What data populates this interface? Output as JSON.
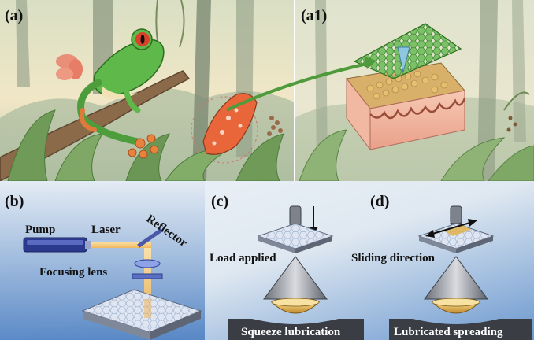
{
  "panels": {
    "a": "(a)",
    "a1": "(a1)",
    "b": "(b)",
    "c": "(c)",
    "d": "(d)"
  },
  "labels": {
    "pump": "Pump",
    "laser": "Laser",
    "reflector": "Reflector",
    "focusing_lens": "Focusing lens",
    "load_applied": "Load applied",
    "sliding_direction": "Sliding direction",
    "squeeze_lubrication": "Squeeze lubrication",
    "lubricated_spreading": "Lubricated spreading"
  },
  "colors": {
    "forest": "#b9c7a6",
    "frog_green": "#5fb84a",
    "frog_eye": "#d9412a",
    "arrow_green": "#4f9a3a",
    "laser_beam": "#f3c36b",
    "lens": "#5a6fc4",
    "pump_body": "#2b3a8c",
    "plate": "#cfd8e6",
    "lower_bg_top": "#dfe8f1",
    "lower_bg_bottom": "#5c8fc9"
  }
}
